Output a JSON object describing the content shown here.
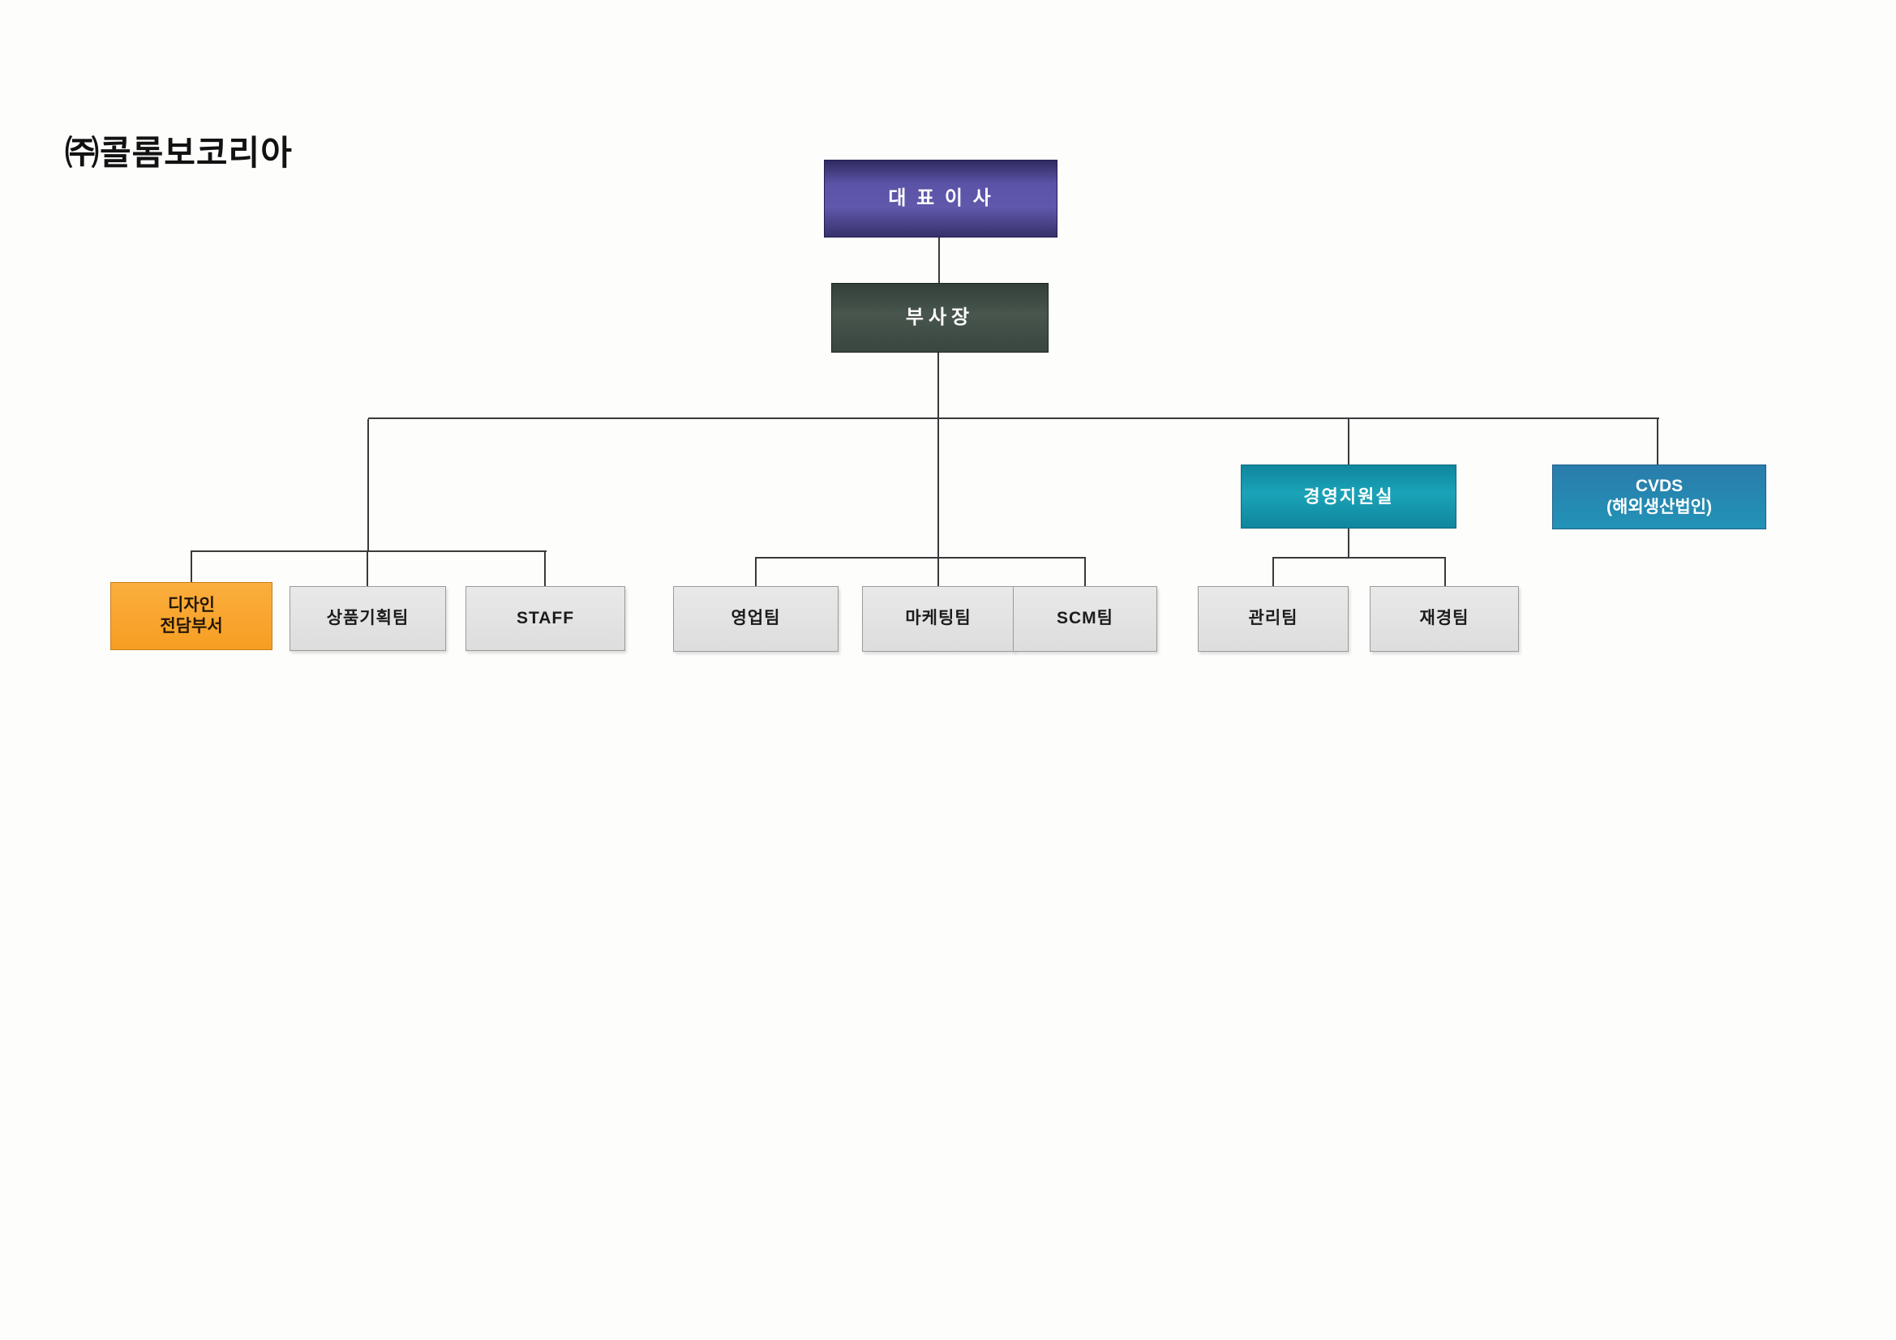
{
  "title": "㈜콜롬보코리아",
  "nodes": {
    "ceo": {
      "label": "대 표 이 사"
    },
    "vp": {
      "label": "부사장"
    },
    "mgmt_office": {
      "label": "경영지원실"
    },
    "cvds": {
      "label": "CVDS",
      "sublabel": "(해외생산법인)"
    },
    "design": {
      "label": "디자인",
      "sublabel": "전담부서"
    },
    "product_planning": {
      "label": "상품기획팀"
    },
    "staff": {
      "label": "STAFF"
    },
    "sales": {
      "label": "영업팀"
    },
    "marketing": {
      "label": "마케팅팀"
    },
    "scm": {
      "label": "SCM팀"
    },
    "admin": {
      "label": "관리팀"
    },
    "finance": {
      "label": "재경팀"
    }
  },
  "colors": {
    "ceo_box": "#5a53a6",
    "vp_box": "#43514a",
    "mgmt_office_box": "#15a0b5",
    "cvds_box": "#2490b4",
    "design_box": "#f9a233",
    "team_box": "#e3e3e3",
    "connector": "#3a3a3a"
  }
}
